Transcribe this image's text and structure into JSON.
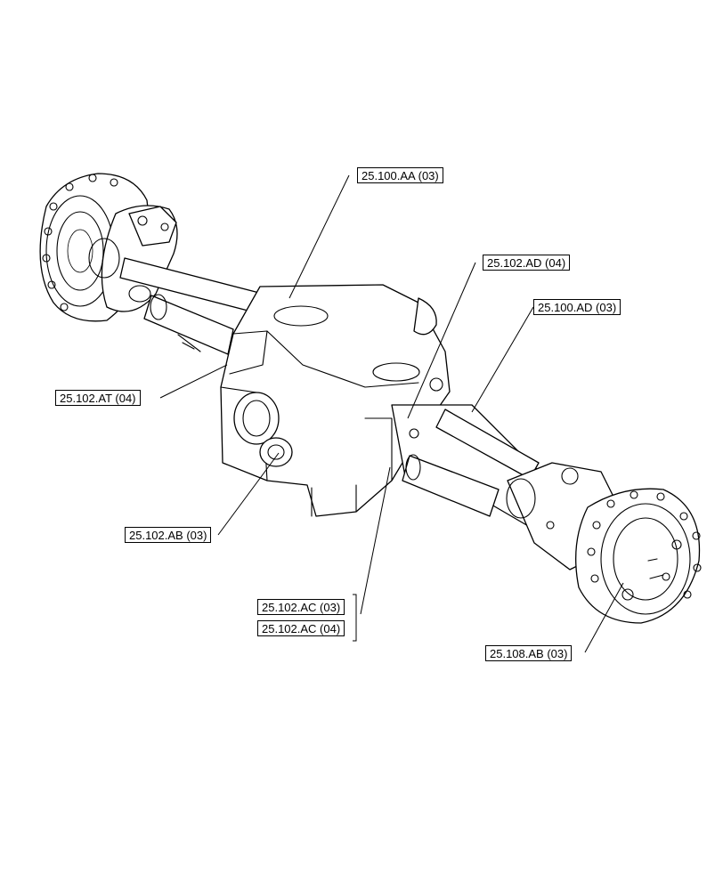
{
  "callouts": {
    "c_25_100_aa_03": "25.100.AA (03)",
    "c_25_102_ad_04": "25.102.AD (04)",
    "c_25_100_ad_03": "25.100.AD (03)",
    "c_25_102_at_04": "25.102.AT (04)",
    "c_25_102_ab_03": "25.102.AB (03)",
    "c_25_102_ac_03": "25.102.AC (03)",
    "c_25_102_ac_04": "25.102.AC (04)",
    "c_25_108_ab_03": "25.108.AB (03)"
  }
}
